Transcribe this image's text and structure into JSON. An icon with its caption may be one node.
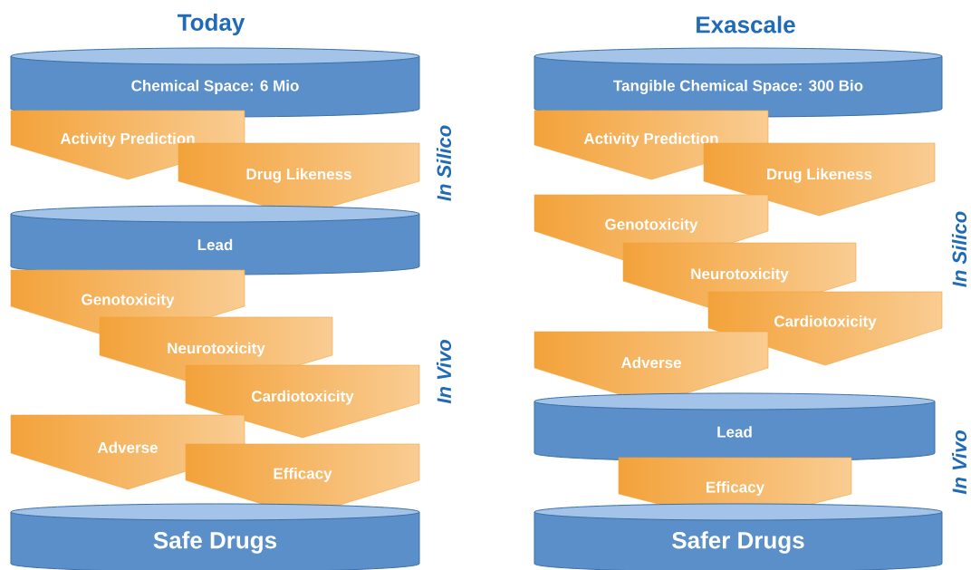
{
  "diagram": {
    "nodes": [
      {
        "text": [
          "Chemical Space: 6 Mio"
        ]
      },
      {
        "text": [
          "Activity Prediction"
        ]
      },
      {
        "text": [
          "Drug Likeness"
        ]
      },
      {
        "text": [
          "Lead"
        ]
      },
      {
        "text": [
          "Genotoxicity"
        ]
      },
      {
        "text": [
          "Neurotoxicity"
        ]
      },
      {
        "text": [
          "Cardiotoxicity"
        ]
      },
      {
        "text": [
          "Adverse"
        ]
      },
      {
        "text": [
          "Efficacy"
        ]
      },
      {
        "text": [
          "Safe Drugs"
        ]
      },
      {
        "text": [
          "Tangible Chemical Space: 300 Bio"
        ]
      },
      {
        "text": [
          "Activity Prediction"
        ]
      },
      {
        "text": [
          "Drug Likeness"
        ]
      },
      {
        "text": [
          "Genotoxicity"
        ]
      },
      {
        "text": [
          "Neurotoxicity"
        ]
      },
      {
        "text": [
          "Cardiotoxicity"
        ]
      },
      {
        "text": [
          "Adverse"
        ]
      },
      {
        "text": [
          "Lead"
        ]
      },
      {
        "text": [
          "Efficacy"
        ]
      },
      {
        "text": [
          "Safer Drugs"
        ]
      }
    ],
    "labels": [
      "Today",
      "Exascale",
      "In Silico",
      "In Vivo",
      "In Silico",
      "In Vivo"
    ]
  }
}
